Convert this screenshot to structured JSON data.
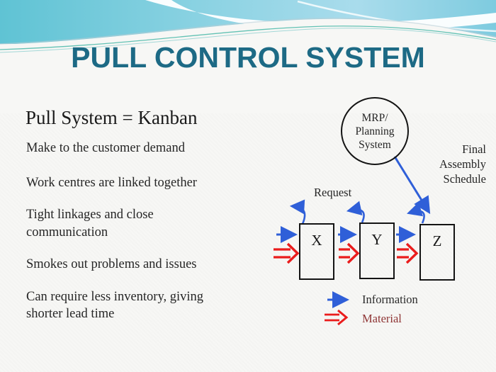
{
  "slide": {
    "title": "PULL CONTROL SYSTEM",
    "heading": "Pull System = Kanban",
    "bullet_lines": [
      "Make to the customer demand",
      "Work centres are linked together",
      "Tight linkages and close",
      "communication",
      "Smokes out problems and issues",
      "Can require less inventory, giving",
      "shorter lead time"
    ]
  },
  "diagram": {
    "mrp_circle_lines": [
      "MRP/",
      "Planning",
      "System"
    ],
    "final_assembly_lines": [
      "Final",
      "Assembly",
      "Schedule"
    ],
    "request_label": "Request",
    "stations": [
      "X",
      "Y",
      "Z"
    ],
    "legend": {
      "information_label": "Information",
      "material_label": "Material"
    }
  },
  "colors": {
    "title": "#1d6a85",
    "body_text": "#262626",
    "information_arrow": "#2f5fd8",
    "material_arrow": "#ea1c1c",
    "material_text": "#8e3434",
    "box_border": "#141414",
    "header_teal": "#5fc3d4",
    "header_light_blue": "#a9dcec"
  }
}
